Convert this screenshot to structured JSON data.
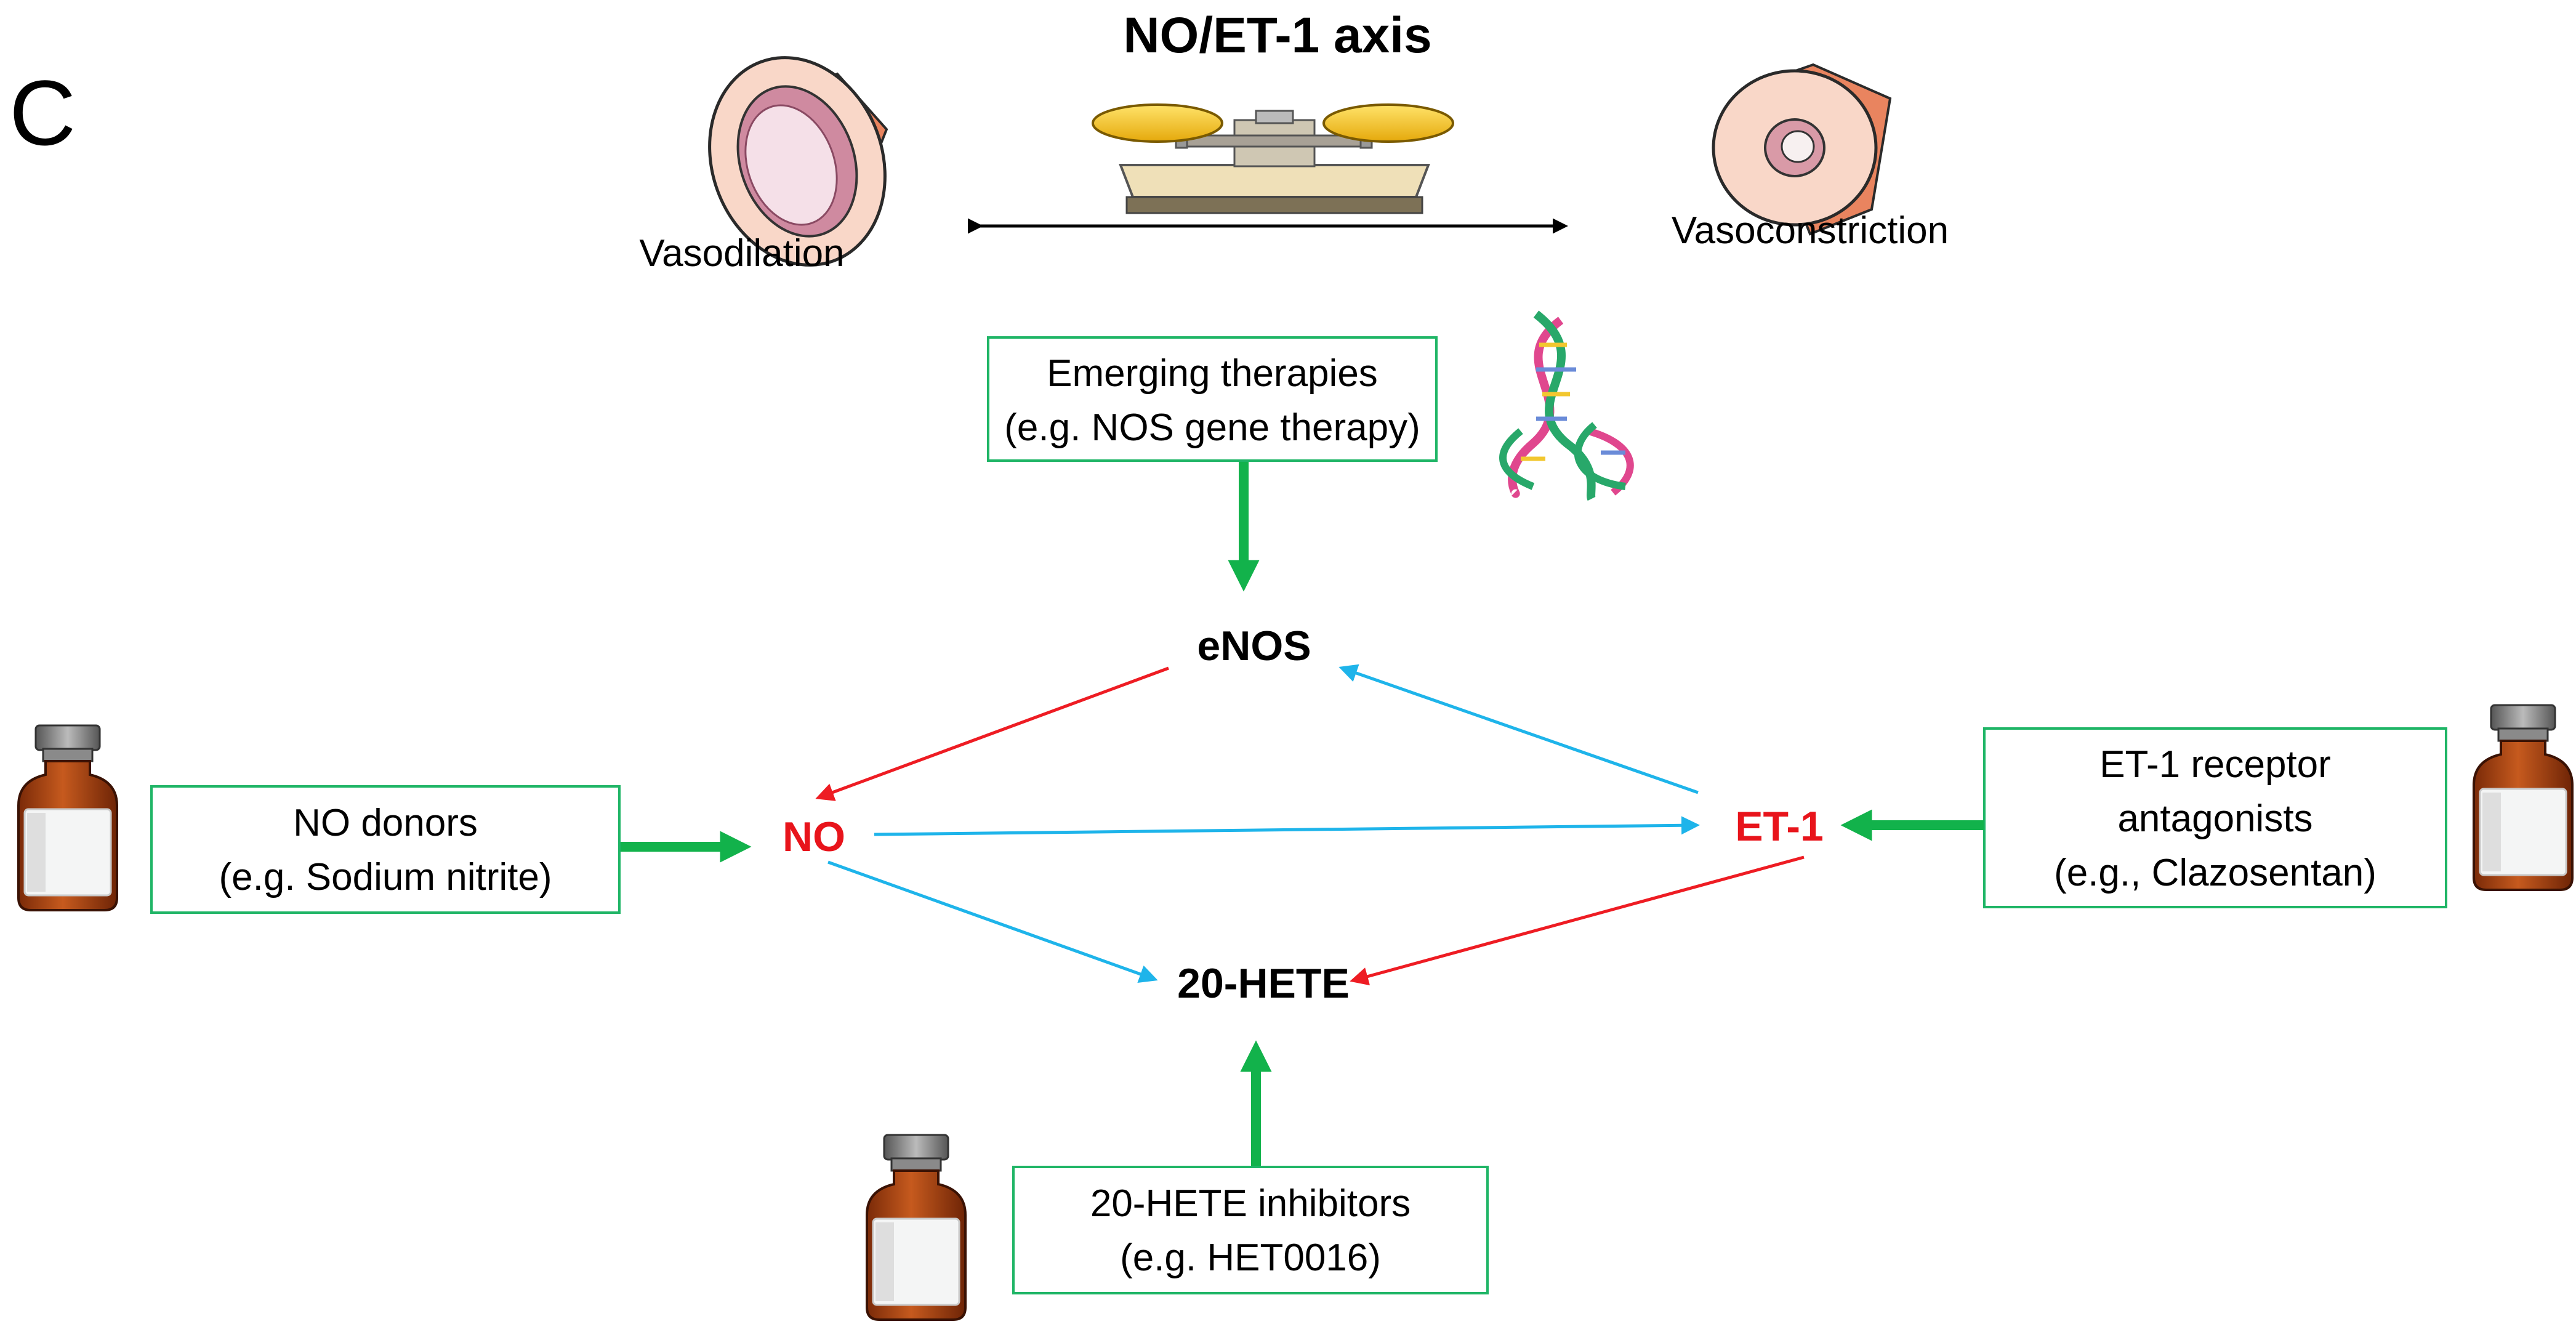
{
  "panel_label": "C",
  "title": "NO/ET-1 axis",
  "balance": {
    "left_label": "Vasodilation",
    "right_label": "Vasoconstriction"
  },
  "boxes": {
    "emerging": {
      "line1": "Emerging therapies",
      "line2": "(e.g. NOS gene therapy)"
    },
    "no_donors": {
      "line1": "NO donors",
      "line2": "(e.g. Sodium nitrite)"
    },
    "et1_antagonists": {
      "line1": "ET-1 receptor",
      "line2": "antagonists",
      "line3": "(e.g., Clazosentan)"
    },
    "hete_inhibitors": {
      "line1": "20-HETE inhibitors",
      "line2": "(e.g. HET0016)"
    }
  },
  "nodes": {
    "enos": "eNOS",
    "no": "NO",
    "et1": "ET-1",
    "hete": "20-HETE"
  },
  "colors": {
    "green_arrow": "#12b24b",
    "box_border": "#1fb566",
    "inhibit_red": "#ee1c23",
    "promote_blue": "#1eb4ea",
    "node_red": "#e8141b"
  },
  "icons": [
    "vessel-dilated-icon",
    "vessel-constricted-icon",
    "balance-scale-icon",
    "dna-helix-icon",
    "drug-vial-icon"
  ]
}
